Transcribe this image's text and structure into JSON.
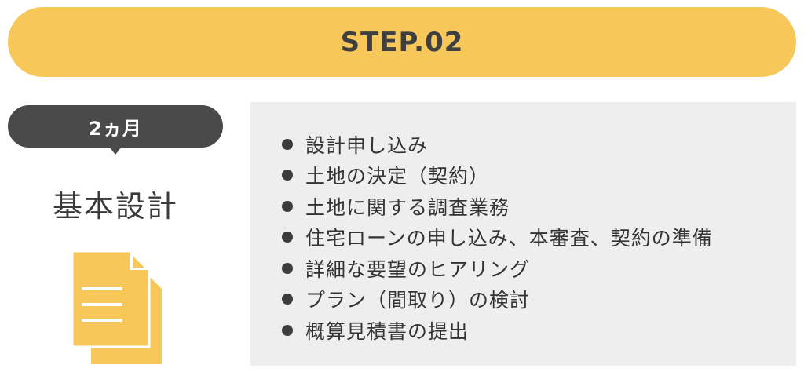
{
  "step": {
    "title": "STEP.02",
    "color": "#f7c75a"
  },
  "duration": {
    "label": "2ヵ月",
    "color": "#4a4a4a"
  },
  "phase": {
    "title": "基本設計",
    "icon": "document-icon"
  },
  "tasks": {
    "panel_color": "#eeeeee",
    "items": [
      "設計申し込み",
      "土地の決定（契約）",
      "土地に関する調査業務",
      "住宅ローンの申し込み、本審査、契約の準備",
      "詳細な要望のヒアリング",
      "プラン（間取り）の検討",
      "概算見積書の提出"
    ]
  }
}
